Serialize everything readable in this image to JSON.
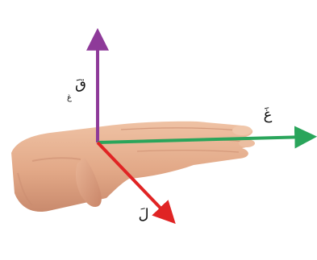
{
  "vectors": {
    "force": {
      "label": "قَ",
      "subscript": "غ",
      "color": "#8e3a99"
    },
    "field": {
      "label": "غَ",
      "color": "#2aa55b"
    },
    "length": {
      "label": "لَ",
      "color": "#e02424"
    }
  },
  "hand": {
    "skin_color": "#e2a887",
    "shadow_color": "#c9876a"
  }
}
